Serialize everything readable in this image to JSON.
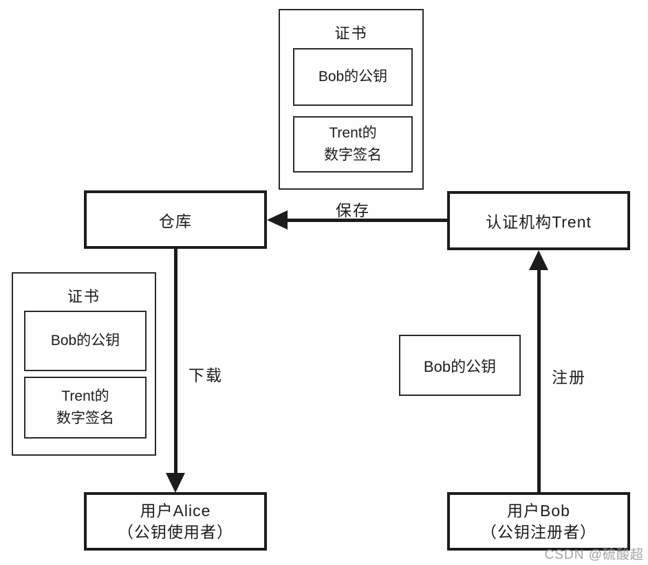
{
  "nodes": {
    "cert_top": {
      "title": "证书",
      "field_public_key": "Bob的公钥",
      "field_signature_line1": "Trent的",
      "field_signature_line2": "数字签名"
    },
    "cert_left": {
      "title": "证书",
      "field_public_key": "Bob的公钥",
      "field_signature_line1": "Trent的",
      "field_signature_line2": "数字签名"
    },
    "repository": {
      "label": "仓库"
    },
    "certification_authority": {
      "label": "认证机构Trent"
    },
    "bob_public_key": {
      "label": "Bob的公钥"
    },
    "user_alice": {
      "line1": "用户Alice",
      "line2": "（公钥使用者）"
    },
    "user_bob": {
      "line1": "用户Bob",
      "line2": "（公钥注册者）"
    }
  },
  "arrows": {
    "save": {
      "label": "保存",
      "from": "certification_authority",
      "to": "repository"
    },
    "download": {
      "label": "下载",
      "from": "repository",
      "to": "user_alice"
    },
    "register": {
      "label": "注册",
      "from": "user_bob",
      "to": "certification_authority"
    }
  },
  "watermark": "CSDN @硫酸超",
  "colors": {
    "line": "#1c1c1c",
    "background": "#fefefe",
    "watermark": "#949494"
  }
}
